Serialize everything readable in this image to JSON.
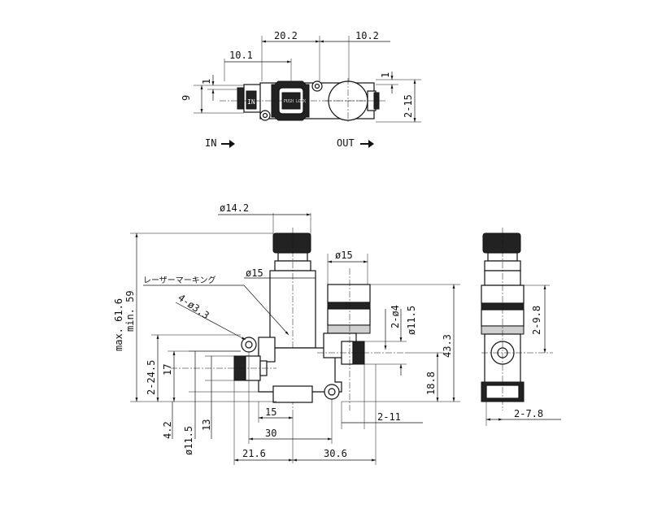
{
  "top_view": {
    "dims": {
      "d_20_2": "20.2",
      "d_10_2": "10.2",
      "d_10_1": "10.1",
      "d_1_left": "1",
      "d_9": "9",
      "d_1_right": "1",
      "d_2_15": "2-15"
    },
    "in_label": "IN",
    "out_label": "OUT",
    "knob_text": "PUSH LOCK",
    "tag_text": "IN"
  },
  "front_view": {
    "dims": {
      "dia_14_2": "ø14.2",
      "dia_15_top": "ø15",
      "dia_15_body": "ø15",
      "laser_marking": "レーザーマーキング",
      "holes": "4-ø3.3",
      "max_61_6": "max. 61.6",
      "min_59": "min. 59",
      "d_2_24_5": "2-24.5",
      "d_17": "17",
      "d_2_dia4": "2-ø4",
      "d_dia11_5_r": "ø11.5",
      "d_43_3": "43.3",
      "d_18_8": "18.8",
      "d_4_2": "4.2",
      "d_dia11_5_l": "ø11.5",
      "d_13": "13",
      "d_15": "15",
      "d_30": "30",
      "d_21_6": "21.6",
      "d_30_6": "30.6",
      "d_2_11": "2-11"
    }
  },
  "side_view": {
    "dims": {
      "d_2_9_8": "2-9.8",
      "d_2_7_8": "2-7.8"
    }
  }
}
